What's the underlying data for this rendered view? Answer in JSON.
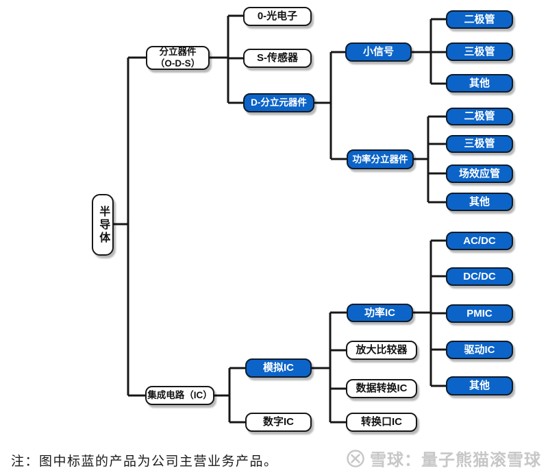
{
  "note": "注：图中标蓝的产品为公司主营业务产品。",
  "watermark": {
    "text": "雪球：量子熊猫滚雪球",
    "icon": "xueqiu-snowball-logo"
  },
  "colors": {
    "highlight_blue": "#0c64c8",
    "line_black": "#161616",
    "watermark_gray": "#c7c7c7"
  },
  "tree": {
    "label": "半导体",
    "children": [
      {
        "label": "分立器件",
        "sublabel": "（O-D-S）",
        "children": [
          {
            "label": "0-光电子"
          },
          {
            "label": "S-传感器"
          },
          {
            "label": "D-分立元器件",
            "highlighted": true,
            "children": [
              {
                "label": "小信号",
                "highlighted": true,
                "children": [
                  {
                    "label": "二极管",
                    "highlighted": true
                  },
                  {
                    "label": "三极管",
                    "highlighted": true
                  },
                  {
                    "label": "其他",
                    "highlighted": true
                  }
                ]
              },
              {
                "label": "功率分立器件",
                "highlighted": true,
                "children": [
                  {
                    "label": "二极管",
                    "highlighted": true
                  },
                  {
                    "label": "三极管",
                    "highlighted": true
                  },
                  {
                    "label": "场效应管",
                    "highlighted": true
                  },
                  {
                    "label": "其他",
                    "highlighted": true
                  }
                ]
              }
            ]
          }
        ]
      },
      {
        "label": "集成电路（IC）",
        "children": [
          {
            "label": "模拟IC",
            "highlighted": true,
            "children": [
              {
                "label": "功率IC",
                "highlighted": true,
                "children": [
                  {
                    "label": "AC/DC",
                    "highlighted": true
                  },
                  {
                    "label": "DC/DC",
                    "highlighted": true
                  },
                  {
                    "label": "PMIC",
                    "highlighted": true
                  },
                  {
                    "label": "驱动IC",
                    "highlighted": true
                  },
                  {
                    "label": "其他",
                    "highlighted": true
                  }
                ]
              },
              {
                "label": "放大比较器"
              },
              {
                "label": "数据转换IC"
              },
              {
                "label": "转换口IC"
              }
            ]
          },
          {
            "label": "数字IC"
          }
        ]
      }
    ]
  }
}
